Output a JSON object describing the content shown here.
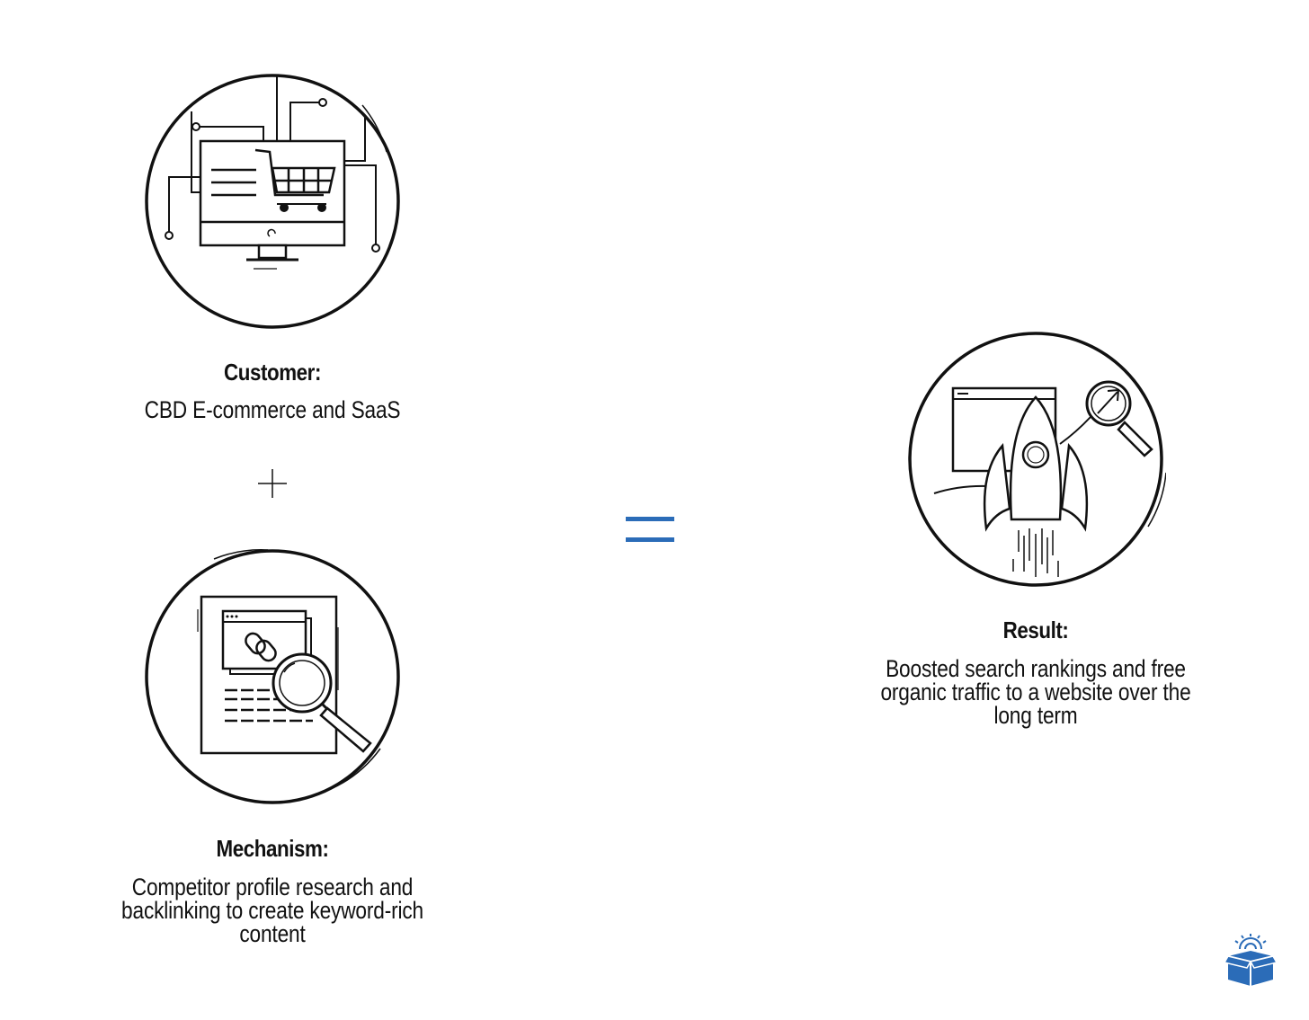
{
  "customer": {
    "heading": "Customer:",
    "description": "CBD E-commerce and SaaS",
    "icon": "shopping-cart-monitor-icon"
  },
  "mechanism": {
    "heading": "Mechanism:",
    "description": "Competitor profile research and backlinking to create keyword-rich content",
    "icon": "document-link-magnifier-icon"
  },
  "result": {
    "heading": "Result:",
    "description": "Boosted search rankings and free organic traffic to a website over the long term",
    "icon": "rocket-search-icon"
  },
  "operators": {
    "plus": "plus-icon",
    "equals": "equals-icon"
  },
  "logo": {
    "icon": "box-gear-logo-icon"
  },
  "colors": {
    "accent": "#2b6cb8",
    "ink": "#111111",
    "background": "#ffffff"
  }
}
